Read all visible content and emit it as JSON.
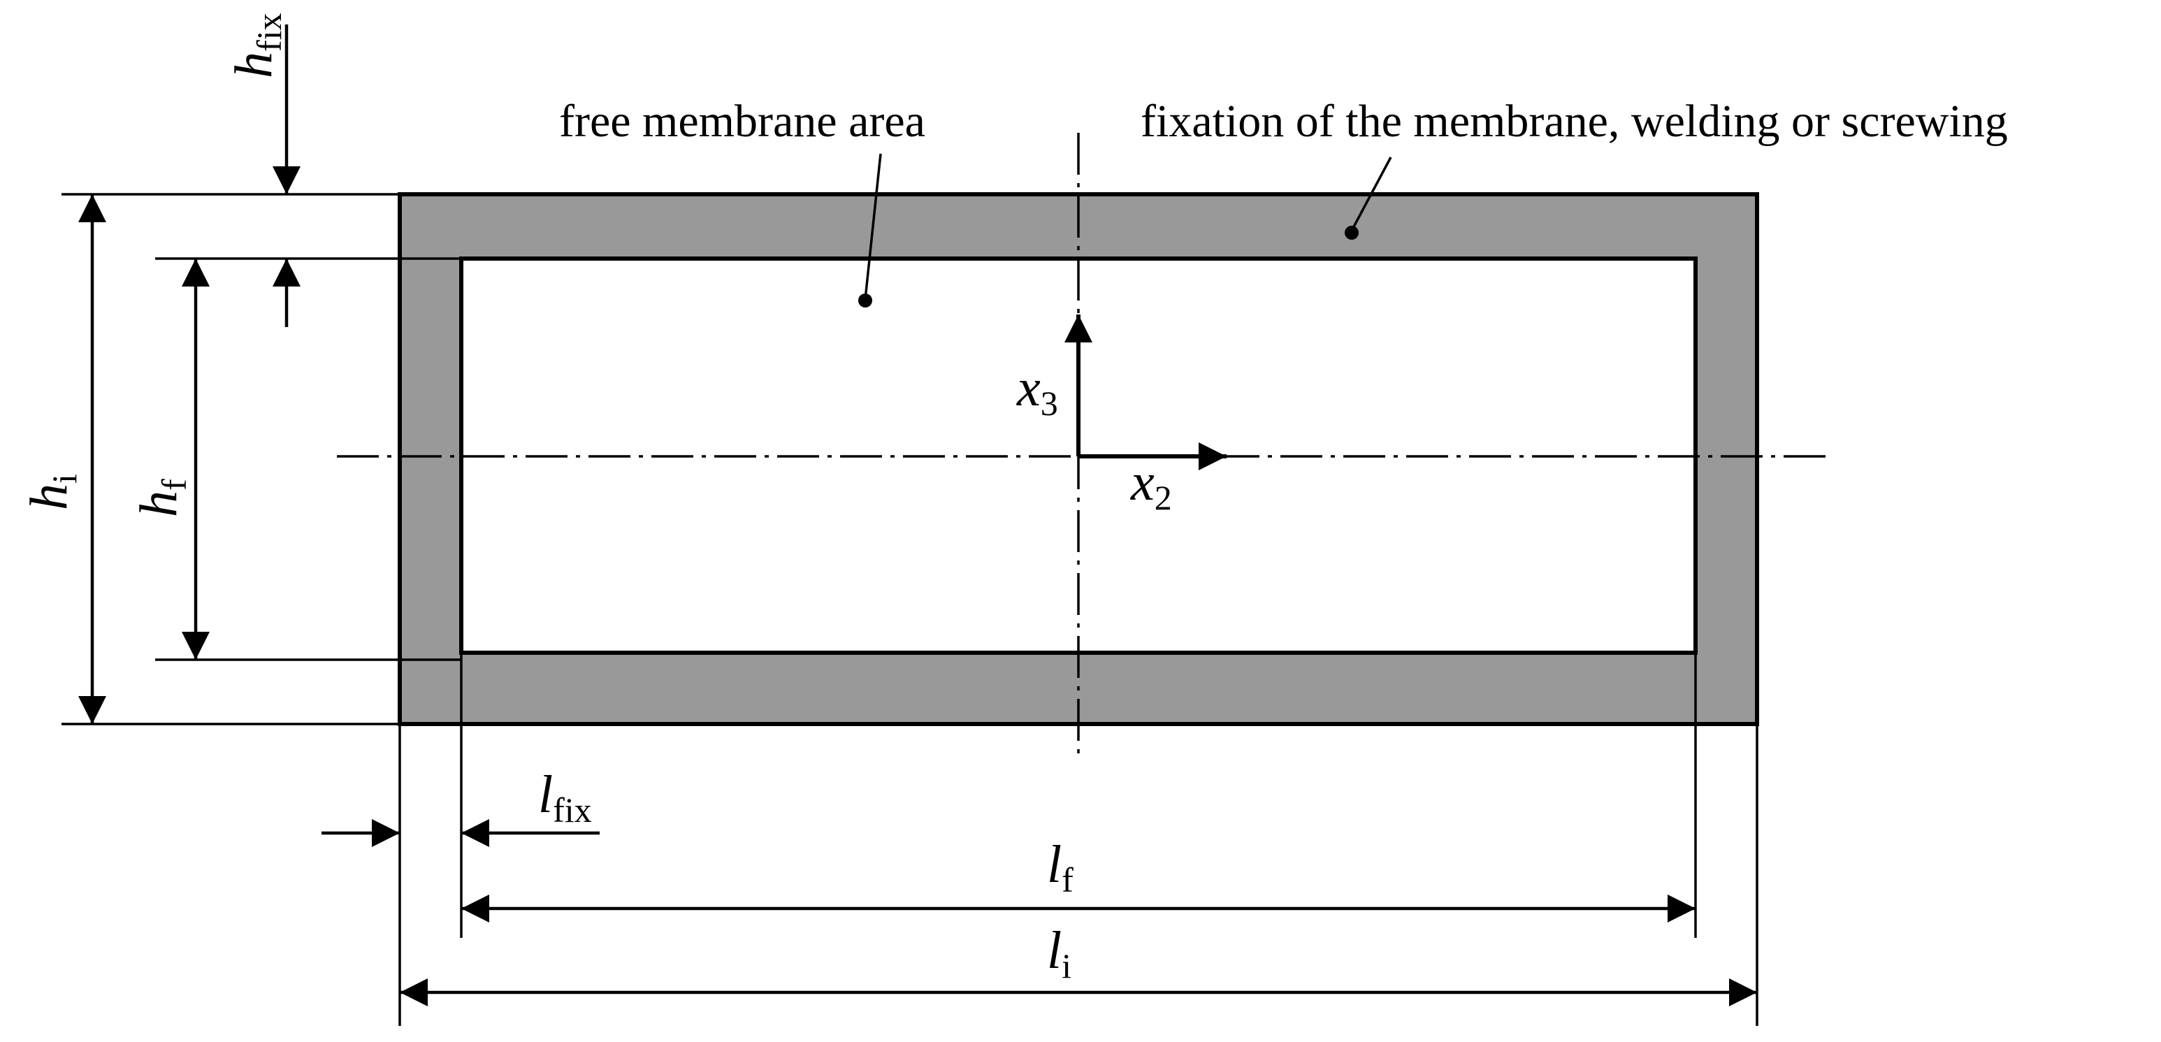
{
  "labels": {
    "free_area": "free membrane area",
    "fixation": "fixation of the membrane, welding or screwing"
  },
  "symbols": {
    "h_fix": {
      "main": "h",
      "sub": "fix"
    },
    "h_i": {
      "main": "h",
      "sub": "i"
    },
    "h_f": {
      "main": "h",
      "sub": "f"
    },
    "x3": {
      "main": "x",
      "sub": "3"
    },
    "x2": {
      "main": "x",
      "sub": "2"
    },
    "l_fix": {
      "main": "l",
      "sub": "fix"
    },
    "l_f": {
      "main": "l",
      "sub": "f"
    },
    "l_i": {
      "main": "l",
      "sub": "i"
    }
  },
  "colors": {
    "fixation_fill": "#999999",
    "free_fill": "#ffffff",
    "line": "#000000"
  }
}
